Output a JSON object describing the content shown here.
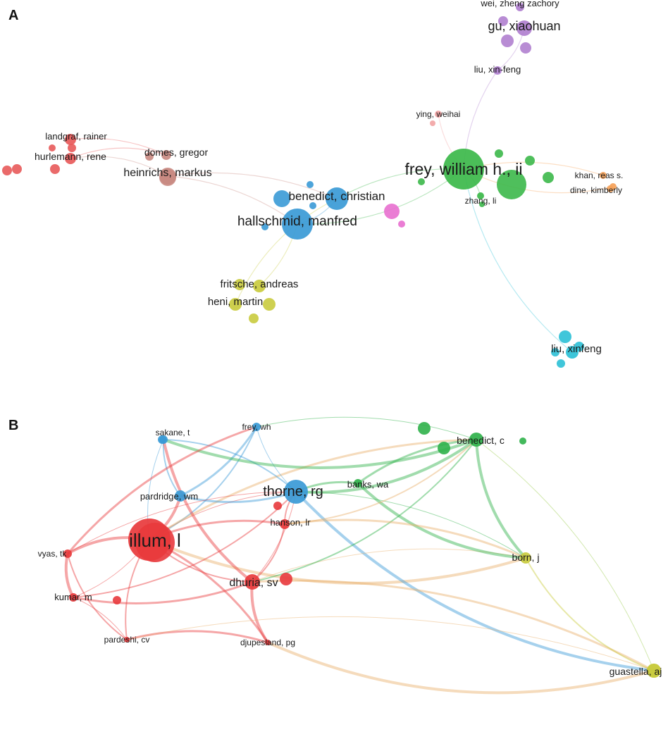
{
  "panels": [
    {
      "label": "A",
      "nodes": [
        {
          "id": "wei_zheng_zachory",
          "label": "wei, zheng zachory",
          "color": "#b07fcf"
        },
        {
          "id": "gu_xiaohuan",
          "label": "gu, xiaohuan",
          "color": "#b07fcf"
        },
        {
          "id": "liu_xin_feng",
          "label": "liu, xin-feng",
          "color": "#b07fcf"
        },
        {
          "id": "ying_weihai",
          "label": "ying, weihai",
          "color": "#f2a3a3"
        },
        {
          "id": "frey_william",
          "label": "frey, william h., ii",
          "color": "#3cb84a"
        },
        {
          "id": "khan_reas",
          "label": "khan, reas s.",
          "color": "#f5a25a"
        },
        {
          "id": "dine_kimberly",
          "label": "dine, kimberly",
          "color": "#f5a25a"
        },
        {
          "id": "zhang_li",
          "label": "zhang, li",
          "color": "#3cb84a"
        },
        {
          "id": "landgraf_rainer",
          "label": "landgraf, rainer",
          "color": "#e85a5a"
        },
        {
          "id": "hurlemann_rene",
          "label": "hurlemann, rene",
          "color": "#e85a5a"
        },
        {
          "id": "domes_gregor",
          "label": "domes, gregor",
          "color": "#c98a82"
        },
        {
          "id": "heinrichs_markus",
          "label": "heinrichs, markus",
          "color": "#c98a82"
        },
        {
          "id": "benedict_christian",
          "label": "benedict, christian",
          "color": "#3a9ad6"
        },
        {
          "id": "hallschmid_manfred",
          "label": "hallschmid, manfred",
          "color": "#3a9ad6"
        },
        {
          "id": "fritsche_andreas",
          "label": "fritsche, andreas",
          "color": "#c9cb3e"
        },
        {
          "id": "heni_martin",
          "label": "heni, martin",
          "color": "#c9cb3e"
        },
        {
          "id": "liu_xinfeng",
          "label": "liu, xinfeng",
          "color": "#2bc0d6"
        }
      ]
    },
    {
      "label": "B",
      "nodes": [
        {
          "id": "sakane_t",
          "label": "sakane, t",
          "color": "#3a9ad6"
        },
        {
          "id": "frey_wh",
          "label": "frey, wh",
          "color": "#3a9ad6"
        },
        {
          "id": "benedict_c",
          "label": "benedict, c",
          "color": "#2fb14a"
        },
        {
          "id": "thorne_rg",
          "label": "thorne, rg",
          "color": "#3a9ad6"
        },
        {
          "id": "banks_wa",
          "label": "banks, wa",
          "color": "#2fb14a"
        },
        {
          "id": "pardridge_wm",
          "label": "pardridge, wm",
          "color": "#3a9ad6"
        },
        {
          "id": "illum_l",
          "label": "illum, l",
          "color": "#e8393c"
        },
        {
          "id": "hanson_lr",
          "label": "hanson, lr",
          "color": "#e8393c"
        },
        {
          "id": "vyas_tk",
          "label": "vyas, tk",
          "color": "#e8393c"
        },
        {
          "id": "born_j",
          "label": "born, j",
          "color": "#c9cb3e"
        },
        {
          "id": "dhuria_sv",
          "label": "dhuria, sv",
          "color": "#e8393c"
        },
        {
          "id": "kumar_m",
          "label": "kumar, m",
          "color": "#e8393c"
        },
        {
          "id": "pardeshi_cv",
          "label": "pardeshi, cv",
          "color": "#e8393c"
        },
        {
          "id": "djupesland_pg",
          "label": "djupesland, pg",
          "color": "#e8393c"
        },
        {
          "id": "guastella_aj",
          "label": "guastella, aj",
          "color": "#c9cb3e"
        }
      ]
    }
  ]
}
